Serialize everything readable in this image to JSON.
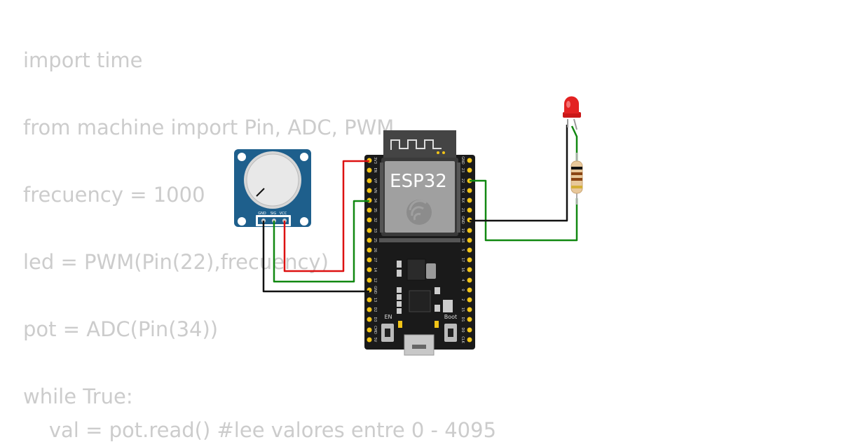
{
  "code": {
    "lines": [
      "import time",
      "from machine import Pin, ADC, PWM",
      "frecuency = 1000",
      "led = PWM(Pin(22),frecuency)",
      "pot = ADC(Pin(34))",
      "while True:",
      "    val = pot.read() #lee valores entre 0 - 4095"
    ]
  },
  "board": {
    "label": "ESP32",
    "left_pins": [
      "3V3",
      "EN",
      "VP",
      "VN",
      "34",
      "35",
      "32",
      "33",
      "25",
      "26",
      "27",
      "14",
      "12",
      "GND",
      "13",
      "D2",
      "D3",
      "CMD",
      "5V"
    ],
    "right_pins": [
      "GND",
      "23",
      "22",
      "TX",
      "RX",
      "21",
      "GND",
      "19",
      "18",
      "5",
      "17",
      "16",
      "4",
      "0",
      "2",
      "15",
      "D1",
      "D0",
      "CLK"
    ],
    "en_label": "EN",
    "boot_label": "Boot"
  },
  "potentiometer": {
    "pin_labels": [
      "GND",
      "SIG",
      "VCC"
    ]
  },
  "colors": {
    "board": "#1a1a1a",
    "pot_pcb": "#1e5f8c",
    "wire_red": "#dd1111",
    "wire_green": "#118811",
    "wire_black": "#111111",
    "led": "#e32222",
    "pin_gold": "#f2c417"
  }
}
